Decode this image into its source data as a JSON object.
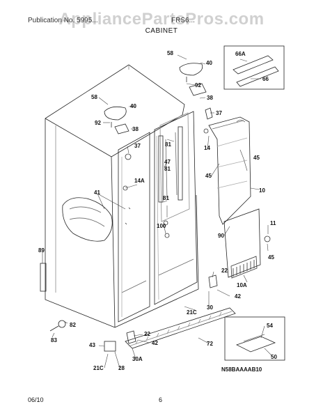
{
  "watermark": "AppliancePartsPros.com",
  "header": {
    "publication": "Publication No. 5995...",
    "model": "FRS6..."
  },
  "section_title": "CABINET",
  "diagram_code": "N58BAAAAB10",
  "footer": {
    "date": "06/10",
    "page": "6"
  },
  "parts": [
    {
      "id": "p58a",
      "label": "58"
    },
    {
      "id": "p40a",
      "label": "40"
    },
    {
      "id": "p92a",
      "label": "92"
    },
    {
      "id": "p38a",
      "label": "38"
    },
    {
      "id": "p37a",
      "label": "37"
    },
    {
      "id": "p66A",
      "label": "66A"
    },
    {
      "id": "p66",
      "label": "66"
    },
    {
      "id": "p58b",
      "label": "58"
    },
    {
      "id": "p40b",
      "label": "40"
    },
    {
      "id": "p92b",
      "label": "92"
    },
    {
      "id": "p38b",
      "label": "38"
    },
    {
      "id": "p37b",
      "label": "37"
    },
    {
      "id": "p81a",
      "label": "81"
    },
    {
      "id": "p47",
      "label": "47"
    },
    {
      "id": "p81b",
      "label": "81"
    },
    {
      "id": "p14",
      "label": "14"
    },
    {
      "id": "p45a",
      "label": "45"
    },
    {
      "id": "p45b",
      "label": "45"
    },
    {
      "id": "p10",
      "label": "10"
    },
    {
      "id": "p14A",
      "label": "14A"
    },
    {
      "id": "p41",
      "label": "41"
    },
    {
      "id": "p81c",
      "label": "81"
    },
    {
      "id": "p100",
      "label": "100"
    },
    {
      "id": "p90",
      "label": "90"
    },
    {
      "id": "p11",
      "label": "11"
    },
    {
      "id": "p45c",
      "label": "45"
    },
    {
      "id": "p89",
      "label": "89"
    },
    {
      "id": "p22a",
      "label": "22"
    },
    {
      "id": "p10A",
      "label": "10A"
    },
    {
      "id": "p42a",
      "label": "42"
    },
    {
      "id": "p30",
      "label": "30"
    },
    {
      "id": "p21Ca",
      "label": "21C"
    },
    {
      "id": "p82",
      "label": "82"
    },
    {
      "id": "p83",
      "label": "83"
    },
    {
      "id": "p22b",
      "label": "22"
    },
    {
      "id": "p42b",
      "label": "42"
    },
    {
      "id": "p72",
      "label": "72"
    },
    {
      "id": "p54",
      "label": "54"
    },
    {
      "id": "p50",
      "label": "50"
    },
    {
      "id": "p43",
      "label": "43"
    },
    {
      "id": "p30A",
      "label": "30A"
    },
    {
      "id": "p21Cb",
      "label": "21C"
    },
    {
      "id": "p28",
      "label": "28"
    }
  ]
}
